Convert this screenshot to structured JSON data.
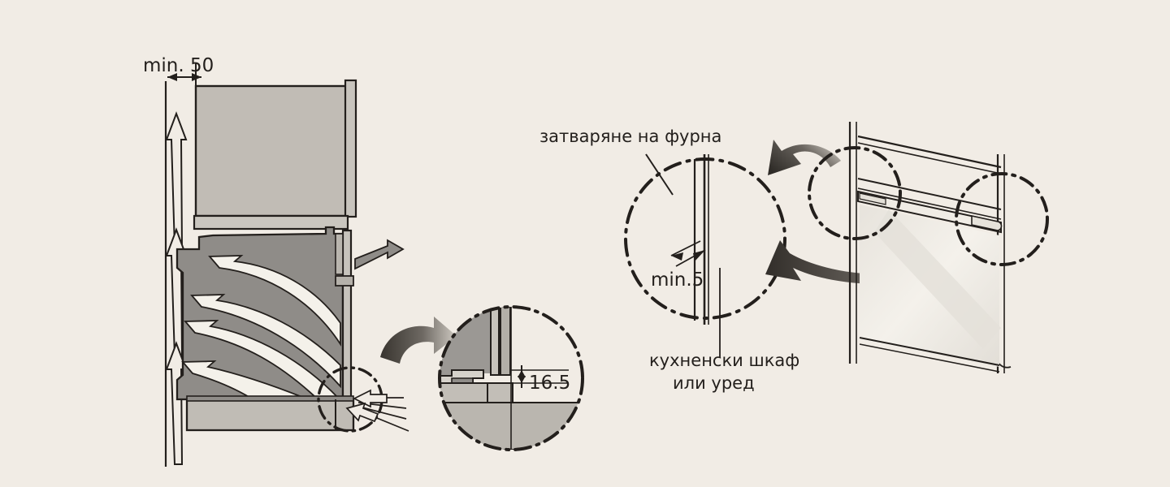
{
  "page": {
    "title": "Oven installation clearance diagram",
    "background_color": "#f1ece5",
    "line_color": "#231f1c",
    "panel_fill_light": "#d8d3cb",
    "panel_fill_mid": "#c6c2bb",
    "panel_fill_dark": "#9b9894",
    "arrow_dark": "#403c38"
  },
  "labels": {
    "min_50": "min. 50",
    "dim_16_5": "16.5",
    "min_5": "min.5",
    "oven_closing": "затваряне на фурна",
    "kitchen_cabinet_line1": "кухненски шкаф",
    "kitchen_cabinet_line2": "или уред"
  },
  "views": {
    "left": {
      "name": "side-section-view",
      "description": "Side section of built-in oven showing airflow and rear clearance"
    },
    "detail_bottom": {
      "name": "detail-circle-bottom",
      "dimension": "16.5"
    },
    "detail_door": {
      "name": "detail-circle-door-gap",
      "dimension": "min.5"
    },
    "right": {
      "name": "oven-front-perspective-view"
    }
  }
}
